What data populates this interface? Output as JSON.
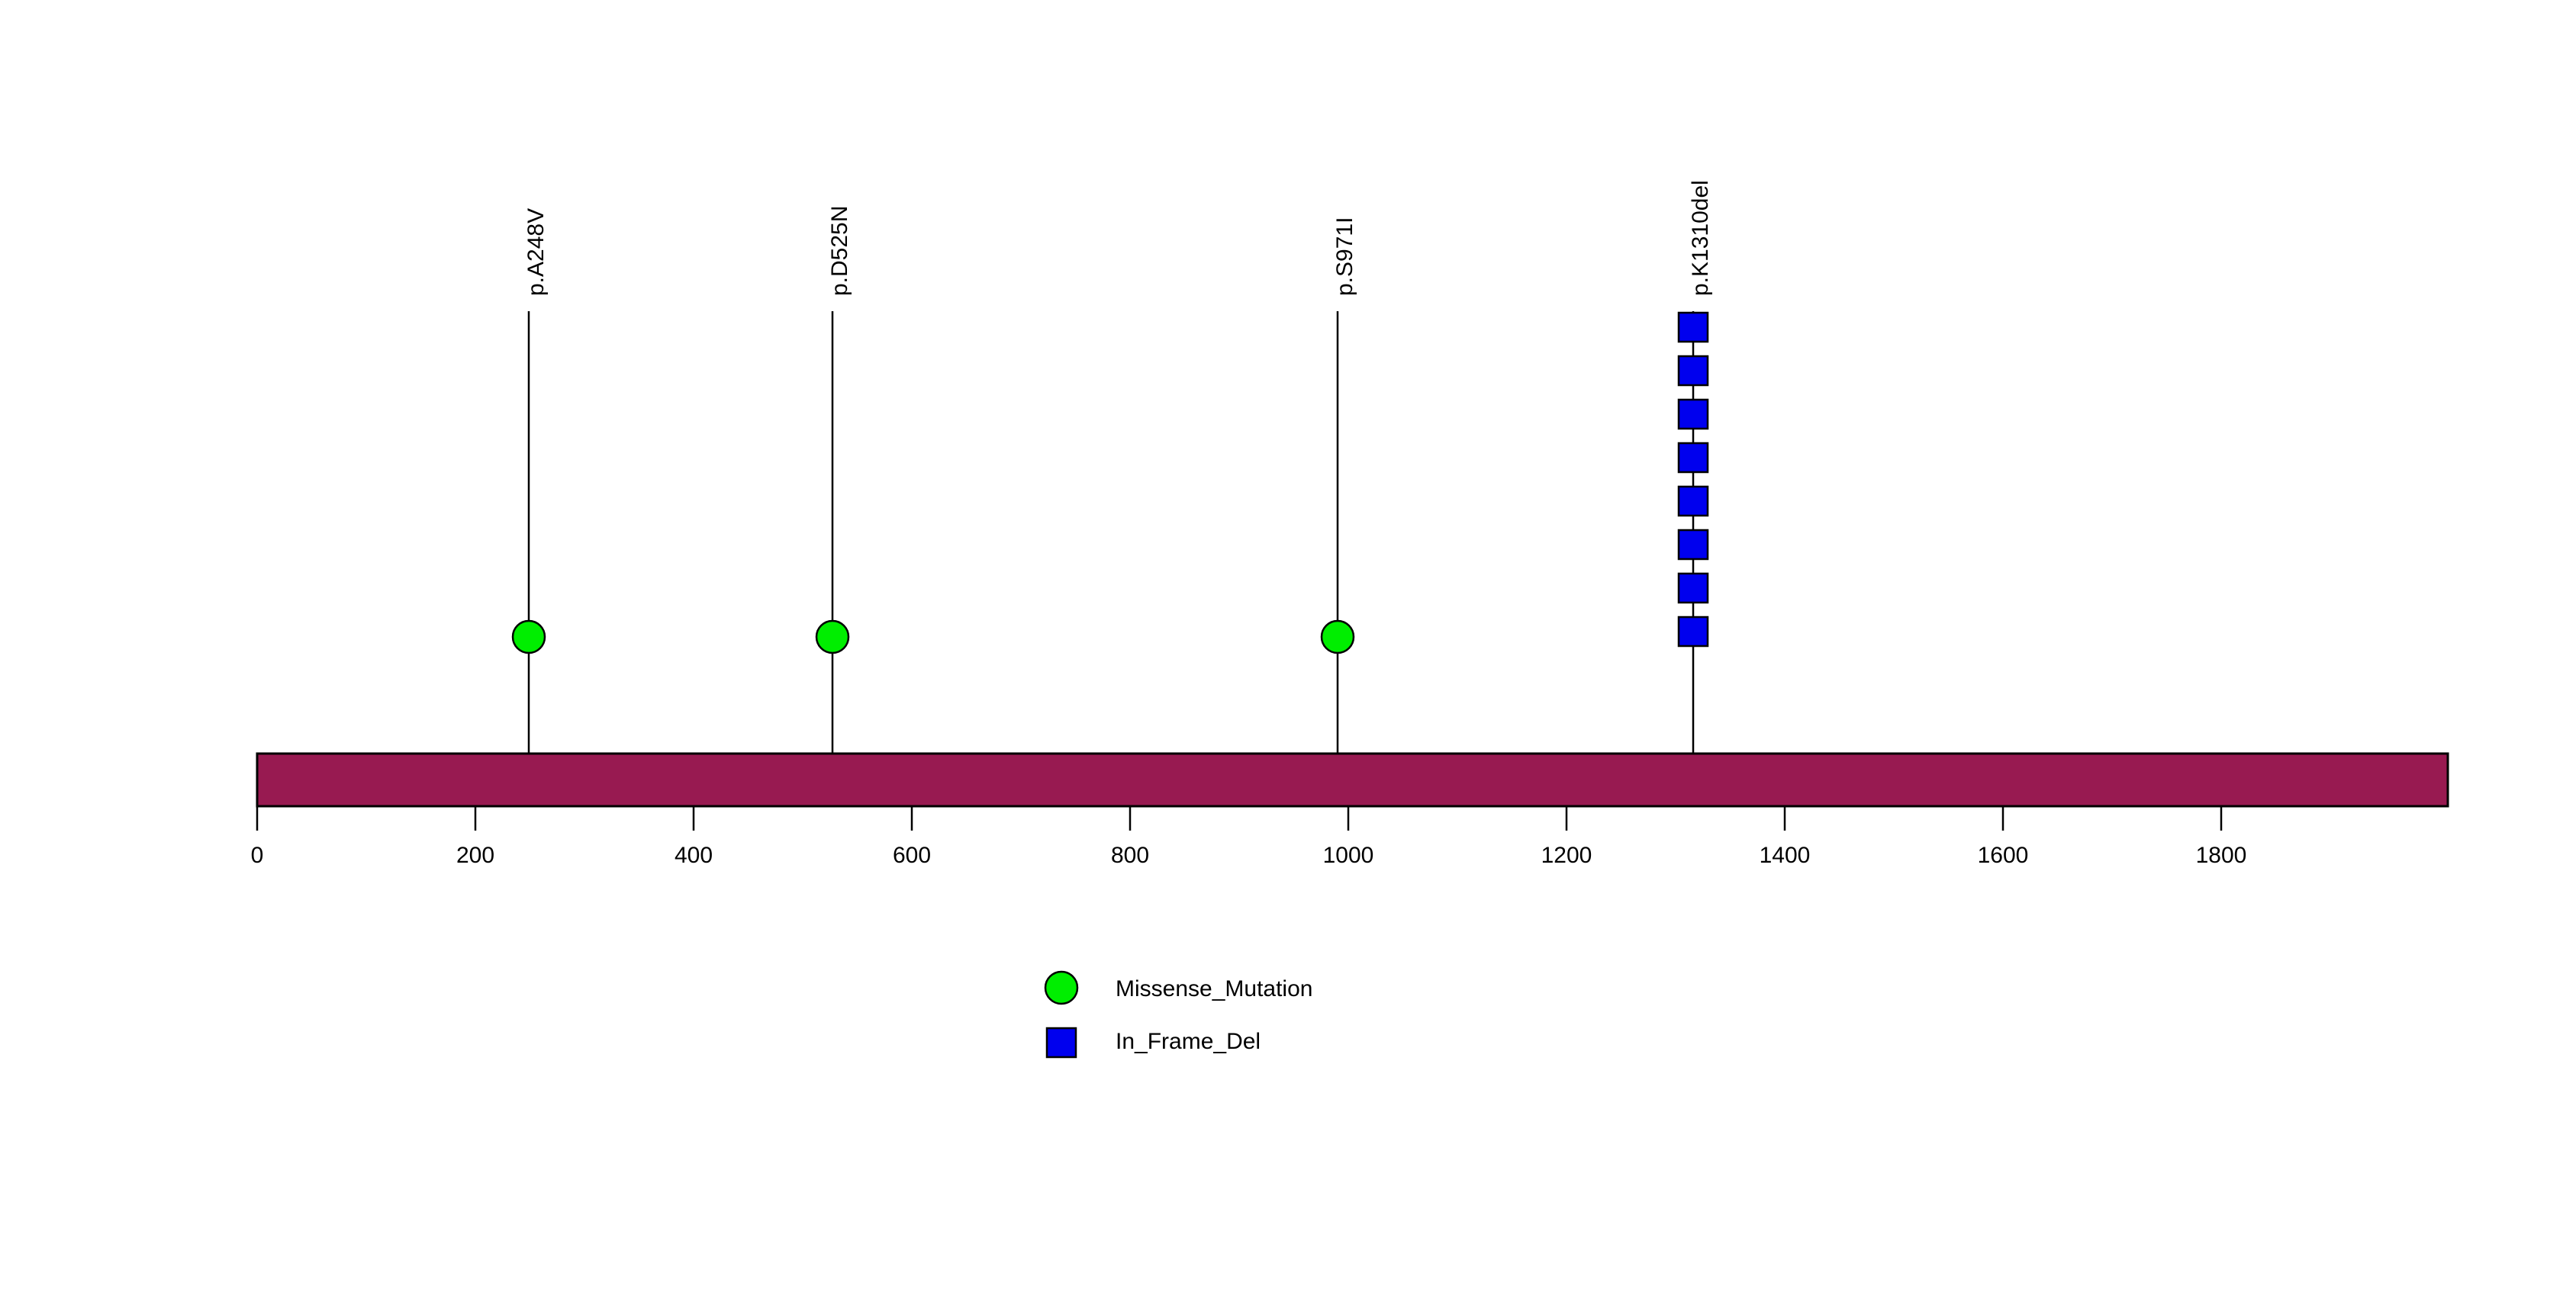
{
  "chart_data": {
    "type": "lollipop",
    "title": "",
    "xlabel": "",
    "ylabel": "",
    "protein_length": 2007,
    "axis_min": 0,
    "axis_max": 2007,
    "grid": false,
    "xticks": [
      0,
      200,
      400,
      600,
      800,
      1000,
      1200,
      1400,
      1600,
      1800
    ],
    "xticklabels": [
      "0",
      "200",
      "400",
      "600",
      "800",
      "1000",
      "1200",
      "1400",
      "1600",
      "1800"
    ],
    "domain_track": {
      "name": "protein-backbone",
      "start": 0,
      "end": 2007,
      "color": "#981A51",
      "border_color": "#000000"
    },
    "lollipops": [
      {
        "label": "p.A248V",
        "position": 248,
        "count": 1,
        "marker": "circle",
        "color": "#00EE00",
        "category": "Missense_Mutation"
      },
      {
        "label": "p.D525N",
        "position": 525,
        "count": 1,
        "marker": "circle",
        "color": "#00EE00",
        "category": "Missense_Mutation"
      },
      {
        "label": "p.S971I",
        "position": 971,
        "count": 1,
        "marker": "circle",
        "color": "#00EE00",
        "category": "Missense_Mutation"
      },
      {
        "label": "p.K1310del",
        "position": 1310,
        "count": 8,
        "marker": "square",
        "color": "#0000EE",
        "category": "In_Frame_Del"
      }
    ],
    "legend": {
      "position": "bottom-center",
      "entries": [
        {
          "label": "Missense_Mutation",
          "marker": "circle",
          "color": "#00EE00"
        },
        {
          "label": "In_Frame_Del",
          "marker": "square",
          "color": "#0000EE"
        }
      ]
    },
    "colors": {
      "backbone": "#981A51",
      "missense": "#00EE00",
      "inframedel": "#0000EE",
      "stem": "#000000",
      "text": "#000000",
      "background": "#ffffff"
    }
  }
}
